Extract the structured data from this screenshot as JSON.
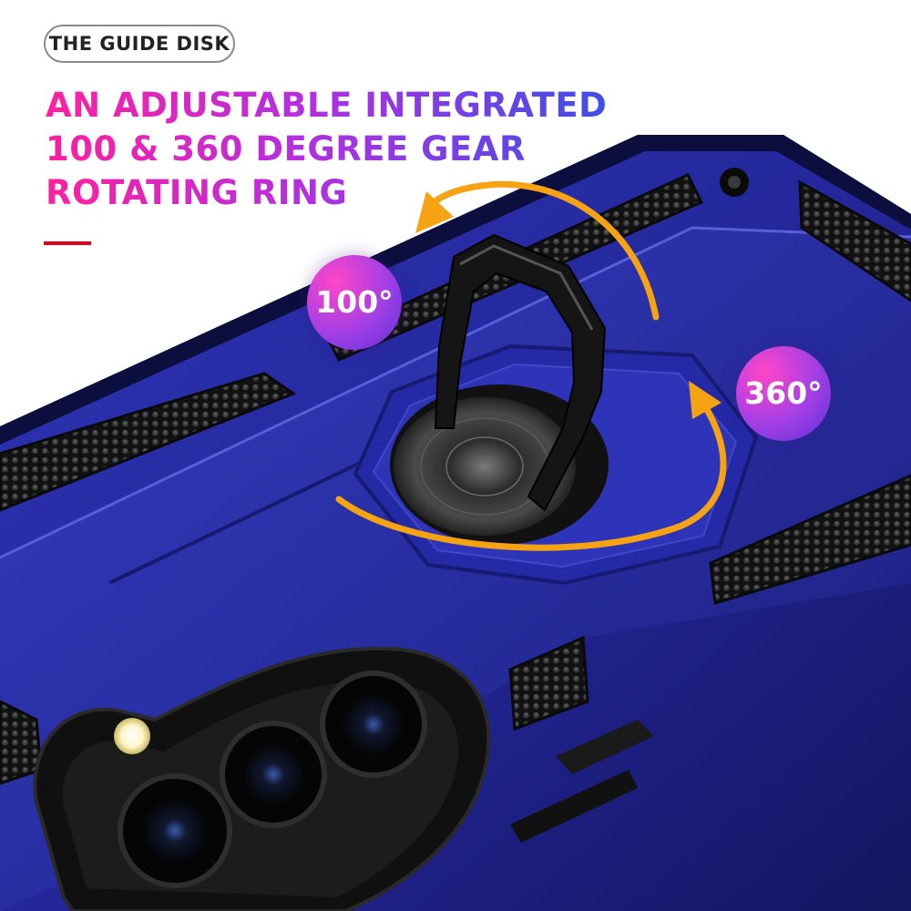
{
  "brand_label": "THE GUIDE DISK",
  "headline": {
    "lines": [
      "AN ADJUSTABLE INTEGRATED",
      "100 & 360 DEGREE GEAR",
      "ROTATING RING"
    ]
  },
  "badges": {
    "tilt": "100°",
    "rotation": "360°"
  },
  "colors": {
    "case_blue": "#23279a",
    "accent_red": "#e3001b",
    "arrow_orange": "#f6a313"
  }
}
